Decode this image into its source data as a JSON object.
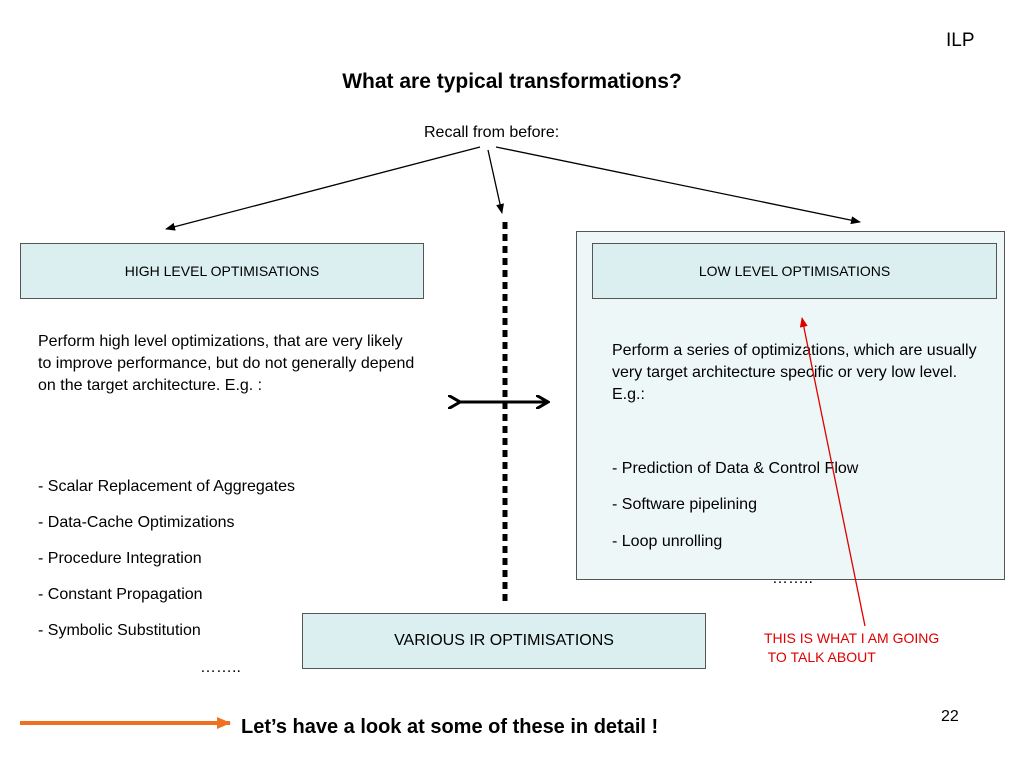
{
  "header": {
    "tag": "ILP",
    "title": "What are typical transformations?"
  },
  "recall": "Recall from before:",
  "high": {
    "label": "HIGH LEVEL OPTIMISATIONS",
    "description": "Perform high level optimizations, that are very likely to improve performance, but do not generally depend on the target architecture. E.g. :",
    "items": [
      "- Scalar Replacement of Aggregates",
      "- Data-Cache Optimizations",
      "- Procedure Integration",
      "- Constant Propagation",
      "- Symbolic Substitution"
    ],
    "more": "……..",
    "colors": {
      "box_fill": "#dbeef0"
    }
  },
  "low": {
    "label": "LOW LEVEL OPTIMISATIONS",
    "description": "Perform a series of optimizations, which are usually very target architecture specific or very low level. E.g.:",
    "items": [
      "- Prediction of Data & Control Flow",
      "- Software pipelining",
      "- Loop unrolling"
    ],
    "more": "……..",
    "colors": {
      "panel_fill": "#eef7f7"
    }
  },
  "ir": {
    "label": "VARIOUS IR OPTIMISATIONS"
  },
  "annotation": {
    "lines": [
      "THIS IS WHAT I AM GOING",
      " TO TALK ABOUT"
    ],
    "color": "#e00000"
  },
  "footer": {
    "slide_number": "22",
    "message": "Let’s have a look at some of these in detail !",
    "arrow_color": "#f07020"
  }
}
